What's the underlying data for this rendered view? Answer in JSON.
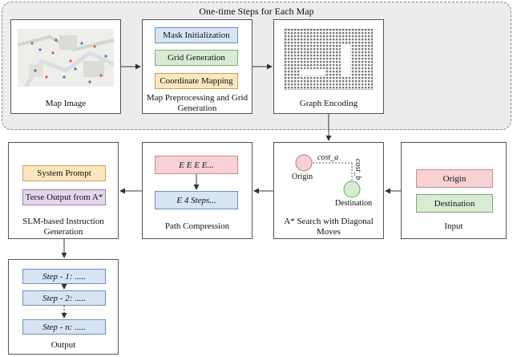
{
  "top_group": {
    "title": "One-time Steps for Each Map"
  },
  "map_image": {
    "label": "Map Image"
  },
  "preprocessing": {
    "items": [
      "Mask Initialization",
      "Grid Generation",
      "Coordinate Mapping"
    ],
    "label": "Map Preprocessing and Grid Generation"
  },
  "graph_encoding": {
    "label": "Graph Encoding"
  },
  "input": {
    "origin": "Origin",
    "destination": "Destination",
    "label": "Input"
  },
  "astar": {
    "origin": "Origin",
    "destination": "Destination",
    "cost_a": "cost_a",
    "cost_b": "cost_b",
    "label": "A* Search with Diagonal Moves"
  },
  "compression": {
    "top": "E E E E...",
    "bottom": "E 4 Steps...",
    "label": "Path Compression"
  },
  "slm": {
    "system_prompt": "System Prompt",
    "terse": "Terse Output from A*",
    "label": "SLM-based Instruction Generation"
  },
  "output": {
    "step1": "Step - 1: .....",
    "step2": "Step - 2: .....",
    "stepn": "Step - n: .....",
    "label": "Output"
  },
  "colors": {
    "blue": "#d6e4f4",
    "green": "#d8ecd4",
    "yellow": "#fbe7bd",
    "pink": "#f7d1d3",
    "purple": "#e3d7ea",
    "group_bg": "#ececec"
  }
}
